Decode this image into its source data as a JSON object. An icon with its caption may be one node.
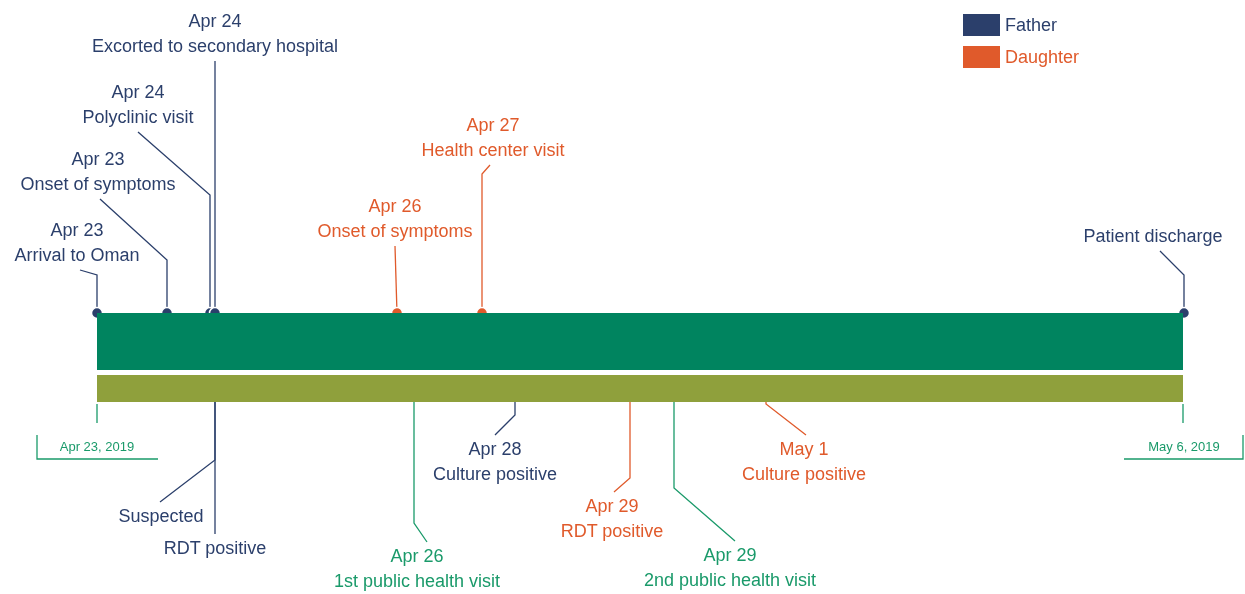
{
  "diagram": {
    "nodes": [
      {
        "text": [
          "Apr 23",
          "Arrival to Oman"
        ]
      },
      {
        "text": [
          "Apr 23",
          "Onset of symptoms"
        ]
      },
      {
        "text": [
          "Apr 24",
          "Polyclinic visit"
        ]
      },
      {
        "text": [
          "Apr 24",
          "Excorted to secondary hospital"
        ]
      },
      {
        "text": [
          "Apr 26",
          "Onset of symptoms"
        ]
      },
      {
        "text": [
          "Apr 27",
          "Health center visit"
        ]
      },
      {
        "text": [
          "Patient discharge"
        ]
      },
      {
        "text": [],
        "shape": "bar"
      },
      {
        "text": [],
        "shape": "bar"
      },
      {
        "text": [
          "Suspected"
        ]
      },
      {
        "text": [
          "RDT positive"
        ]
      },
      {
        "text": [
          "Apr 26",
          "1st public health visit"
        ]
      },
      {
        "text": [
          "Apr 28",
          "Culture positive"
        ]
      },
      {
        "text": [
          "Apr 29",
          "RDT positive"
        ]
      },
      {
        "text": [
          "Apr 29",
          "2nd public health visit"
        ]
      },
      {
        "text": [
          "May 1",
          "Culture positive"
        ]
      }
    ],
    "edges": [
      {
        "from": 0,
        "to": 7,
        "arrow": "other"
      },
      {
        "from": 1,
        "to": 7,
        "arrow": "other"
      },
      {
        "from": 2,
        "to": 7,
        "arrow": "other"
      },
      {
        "from": 3,
        "to": 7,
        "arrow": "other"
      },
      {
        "from": 4,
        "to": 7,
        "arrow": "other",
        "color": "#e05a2b"
      },
      {
        "from": 5,
        "to": 7,
        "arrow": "other",
        "color": "#e05a2b"
      },
      {
        "from": 6,
        "to": 7,
        "arrow": "other"
      },
      {
        "from": 9,
        "to": 8,
        "arrow": "none"
      },
      {
        "from": 10,
        "to": 8,
        "arrow": "none"
      },
      {
        "from": 11,
        "to": 8,
        "arrow": "none",
        "color": "#1a9a6a"
      },
      {
        "from": 12,
        "to": 8,
        "arrow": "none"
      },
      {
        "from": 13,
        "to": 8,
        "arrow": "none",
        "color": "#e05a2b"
      },
      {
        "from": 14,
        "to": 8,
        "arrow": "none",
        "color": "#1a9a6a"
      },
      {
        "from": 15,
        "to": 8,
        "arrow": "none",
        "color": "#e05a2b"
      }
    ],
    "labels": [
      "Apr 23, 2019",
      "May 6, 2019"
    ],
    "legend": [
      {
        "text": "Father",
        "color": "#2b3f6b"
      },
      {
        "text": "Daughter",
        "color": "#e05a2b"
      }
    ]
  }
}
